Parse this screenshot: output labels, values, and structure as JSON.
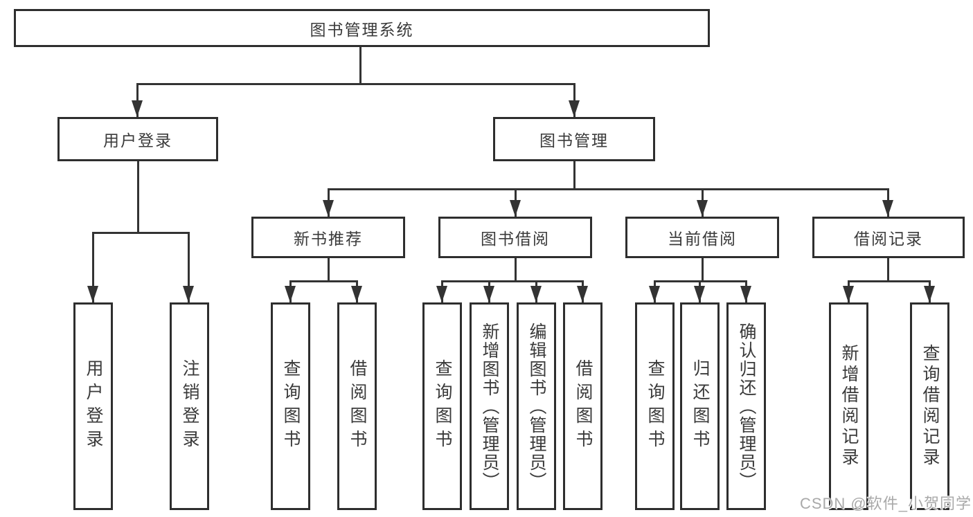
{
  "diagram": {
    "root": {
      "label": "图书管理系统"
    },
    "level2": [
      {
        "label": "用户登录"
      },
      {
        "label": "图书管理"
      }
    ],
    "level3": [
      {
        "label": "新书推荐"
      },
      {
        "label": "图书借阅"
      },
      {
        "label": "当前借阅"
      },
      {
        "label": "借阅记录"
      }
    ],
    "leaves": {
      "user_login": [
        {
          "label": "用户登录"
        },
        {
          "label": "注销登录"
        }
      ],
      "new_book": [
        {
          "label": "查询图书"
        },
        {
          "label": "借阅图书"
        }
      ],
      "book_borrow": [
        {
          "label": "查询图书"
        },
        {
          "label": "新增图书（管理员）"
        },
        {
          "label": "编辑图书（管理员）"
        },
        {
          "label": "借阅图书"
        }
      ],
      "current_borrow": [
        {
          "label": "查询图书"
        },
        {
          "label": "归还图书"
        },
        {
          "label": "确认归还（管理员）"
        }
      ],
      "borrow_record": [
        {
          "label": "新增借阅记录"
        },
        {
          "label": "查询借阅记录"
        }
      ]
    }
  },
  "watermark": {
    "text": "CSDN @软件_小贺同学"
  },
  "colors": {
    "line": "#333333",
    "box_border": "#2e2e2e",
    "box_bg": "#ffffff",
    "text": "#3a3a3a",
    "watermark": "#a9a9a9"
  }
}
